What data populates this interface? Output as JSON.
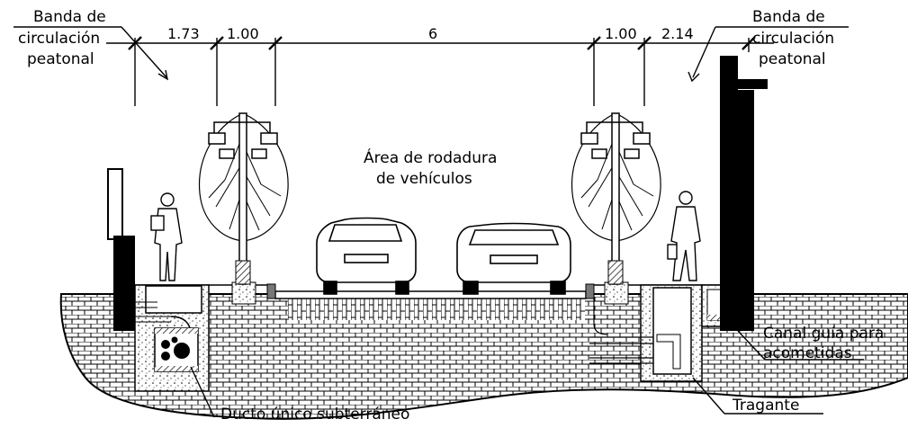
{
  "labels": {
    "sidewalk_left": [
      "Banda de",
      "circulación",
      "peatonal"
    ],
    "sidewalk_right": [
      "Banda de",
      "circulación",
      "peatonal"
    ],
    "roadway": [
      "Área de rodadura",
      "de vehículos"
    ],
    "canal": [
      "Canal guía para",
      "acometidas"
    ],
    "tragante": "Tragante",
    "ducto": "Ducto único subterráneo"
  },
  "dimensions": [
    "1.73",
    "1.00",
    "6",
    "1.00",
    "2.14"
  ],
  "colors": {
    "ink": "#000000",
    "paper": "#ffffff",
    "ground_hatch": "#000000"
  }
}
